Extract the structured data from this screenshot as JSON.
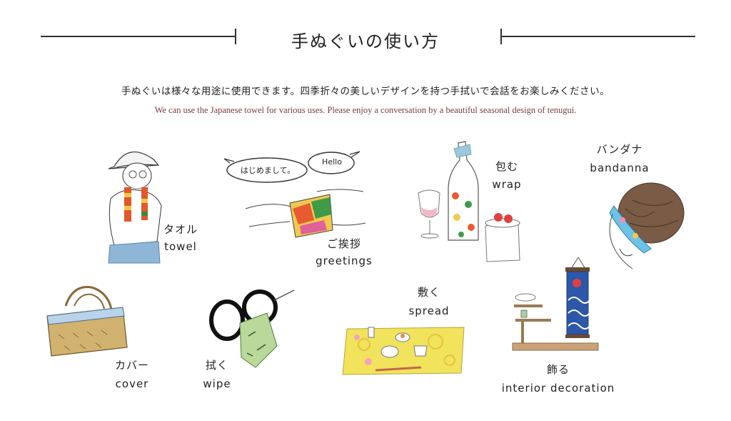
{
  "header": {
    "title": "手ぬぐいの使い方",
    "description_ja": "手ぬぐいは様々な用途に使用できます。四季折々の美しいデザインを持つ手拭いで会話をお楽しみください。",
    "description_en": "We can use the Japanese towel for various uses. Please enjoy a conversation by a beautiful seasonal design of tenugui."
  },
  "uses": [
    {
      "ja": "タオル",
      "en": "towel",
      "icon": "man-with-towel-illustration"
    },
    {
      "ja": "ご挨拶",
      "en": "greetings",
      "icon": "handing-gift-illustration"
    },
    {
      "ja": "包む",
      "en": "wrap",
      "icon": "wrapped-bottle-illustration"
    },
    {
      "ja": "バンダナ",
      "en": "bandanna",
      "icon": "woman-bandanna-illustration"
    },
    {
      "ja": "カバー",
      "en": "cover",
      "icon": "basket-cover-illustration"
    },
    {
      "ja": "拭く",
      "en": "wipe",
      "icon": "glasses-wipe-illustration"
    },
    {
      "ja": "敷く",
      "en": "spread",
      "icon": "table-spread-illustration"
    },
    {
      "ja": "飾る",
      "en": "interior decoration",
      "icon": "hanging-scroll-illustration"
    }
  ],
  "speech_bubbles": {
    "left": "はじめまして。",
    "right": "Hello"
  }
}
